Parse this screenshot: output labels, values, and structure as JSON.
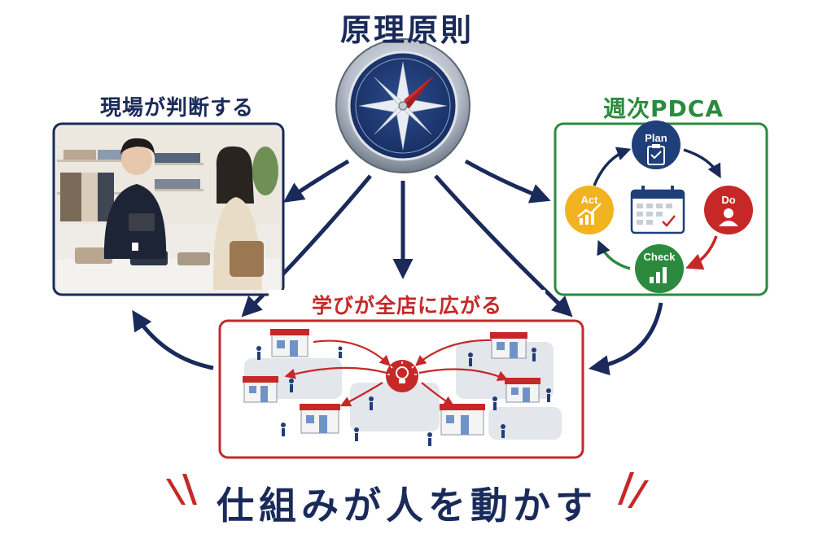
{
  "diagram": {
    "title": "原理原則",
    "left_label": "現場が判断する",
    "right_label": "週次PDCA",
    "bottom_label": "学びが全店に広がる",
    "slogan": "仕組みが人を動かす",
    "pdca": {
      "plan": "Plan",
      "do": "Do",
      "check": "Check",
      "act": "Act"
    },
    "colors": {
      "navy": "#1a2a5a",
      "green": "#2b8a3e",
      "red": "#c62828",
      "yellow": "#f2b321",
      "blue": "#1f3f7a"
    },
    "icons": [
      "compass-icon",
      "clipboard-icon",
      "person-icon",
      "bar-chart-icon",
      "growth-chart-icon",
      "calendar-icon",
      "lightbulb-icon",
      "store-icon",
      "person-figure-icon"
    ]
  }
}
